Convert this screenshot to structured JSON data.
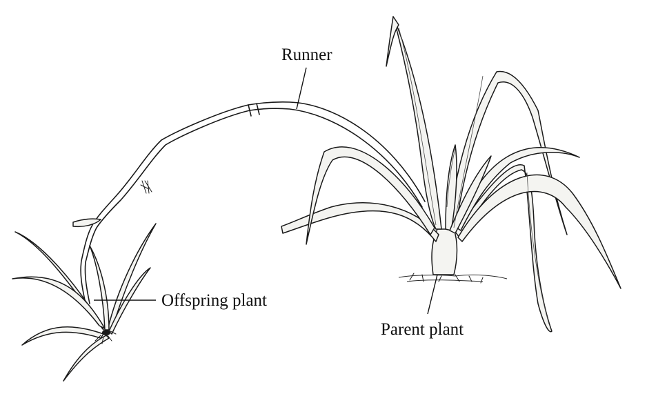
{
  "labels": {
    "runner": "Runner",
    "offspring": "Offspring plant",
    "parent": "Parent plant"
  },
  "colors": {
    "ink": "#1a1a1a",
    "background": "#ffffff"
  }
}
